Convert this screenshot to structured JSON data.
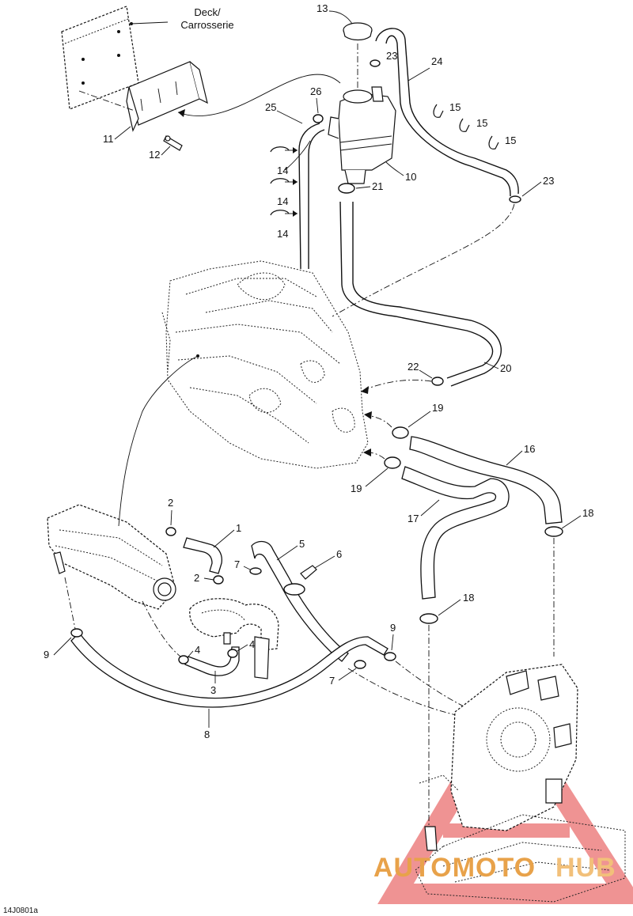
{
  "diagram": {
    "deck_label_line1": "Deck/",
    "deck_label_line2": "Carrosserie",
    "reference_code": "14J0801a",
    "callouts": {
      "p1": "1",
      "p2a": "2",
      "p2b": "2",
      "p3": "3",
      "p4a": "4",
      "p4b": "4",
      "p5": "5",
      "p6": "6",
      "p7a": "7",
      "p7b": "7",
      "p8": "8",
      "p9a": "9",
      "p9b": "9",
      "p10": "10",
      "p11": "11",
      "p12": "12",
      "p13": "13",
      "p14a": "14",
      "p14b": "14",
      "p14c": "14",
      "p15a": "15",
      "p15b": "15",
      "p15c": "15",
      "p16": "16",
      "p17": "17",
      "p18a": "18",
      "p18b": "18",
      "p19a": "19",
      "p19b": "19",
      "p20": "20",
      "p21": "21",
      "p22": "22",
      "p23a": "23",
      "p23b": "23",
      "p24": "24",
      "p25": "25",
      "p26": "26"
    }
  },
  "watermark": {
    "brand_part1": "AUTOMOTO",
    "brand_part2": "HUB",
    "color_primary": "#e8a24a",
    "color_secondary": "#f2c07a",
    "logo_color": "#e23b3b"
  }
}
